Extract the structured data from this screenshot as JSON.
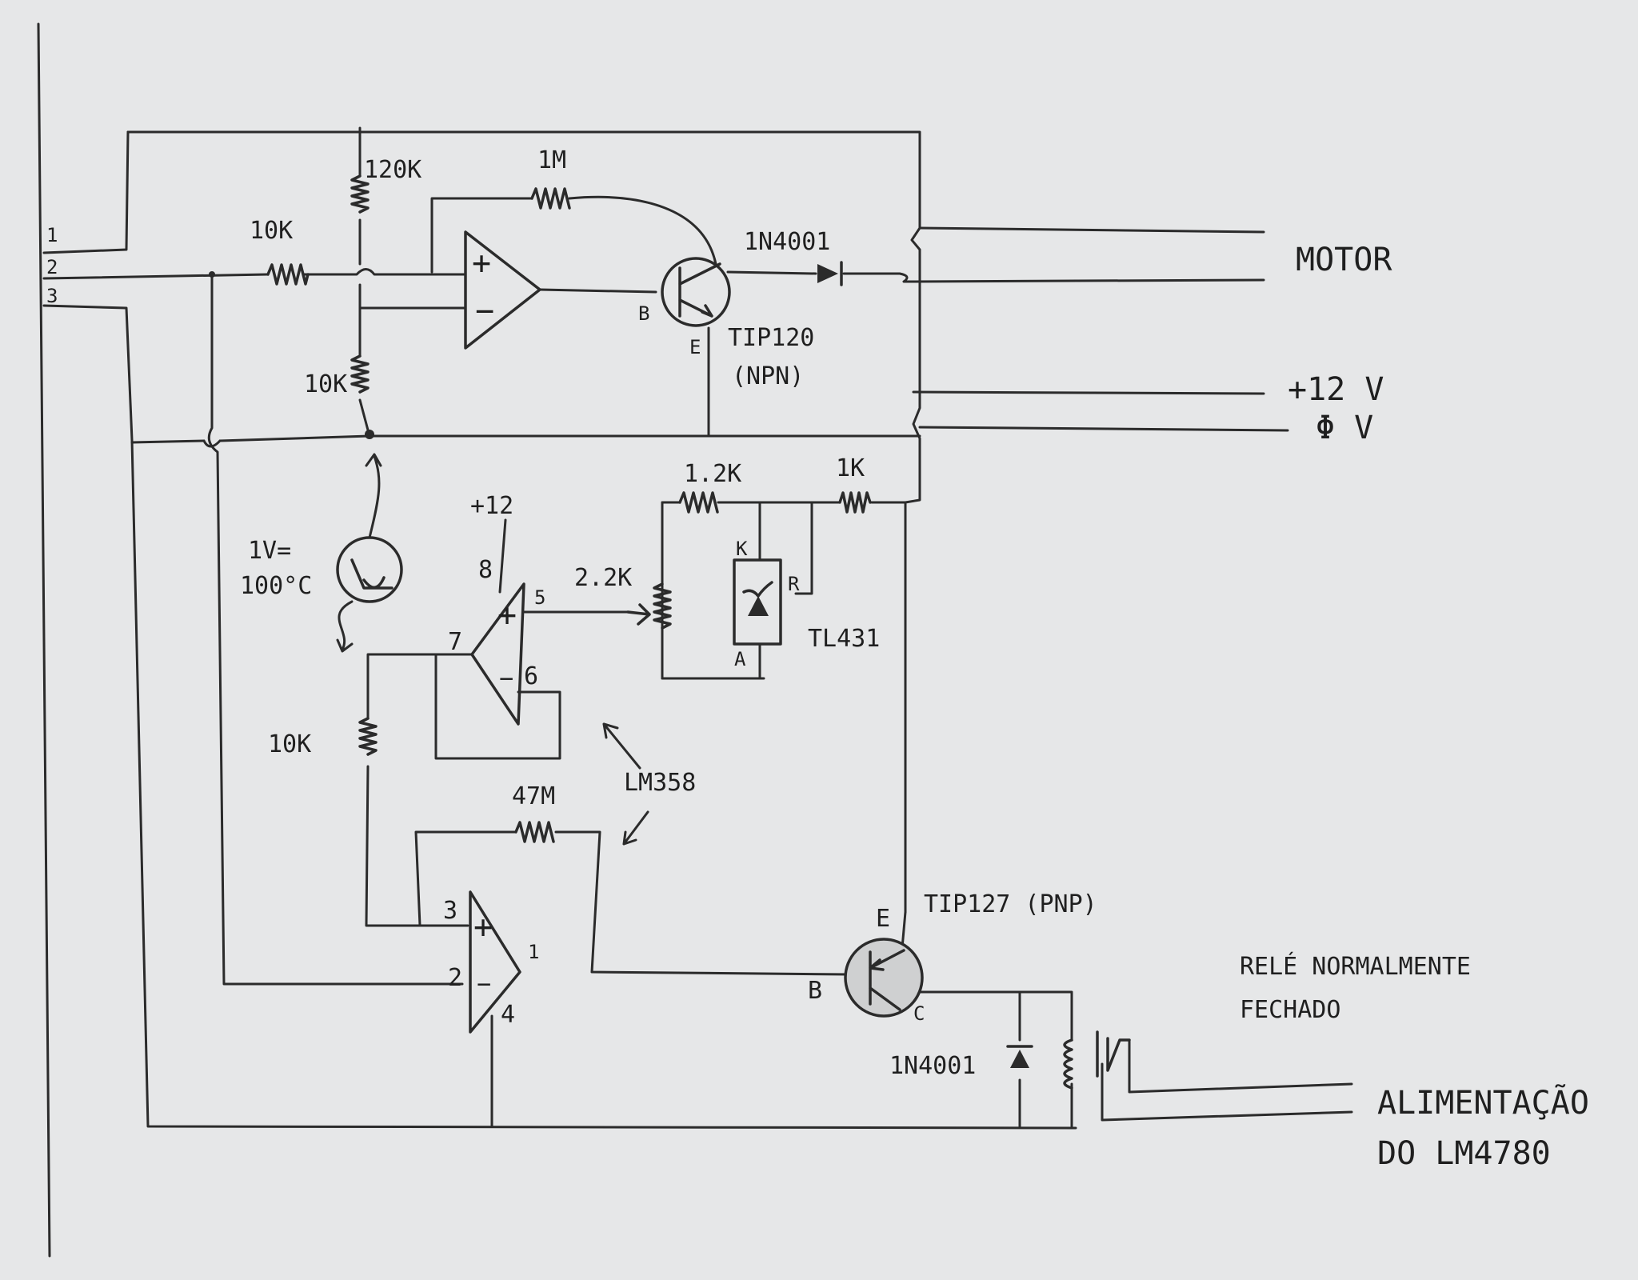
{
  "terminals": {
    "t1": "1",
    "t2": "2",
    "t3": "3"
  },
  "outputs": {
    "motor": "MOTOR",
    "plus12v": "+12 V",
    "zerov": "Φ V",
    "rele": [
      "RELÉ NORMALMENTE",
      "FECHADO"
    ],
    "alimentacao": [
      "ALIMENTAÇÃO",
      "DO LM4780"
    ]
  },
  "components": {
    "r_120k": "120K",
    "r_10k_in": "10K",
    "r_1m": "1M",
    "d_1n4001_top": "1N4001",
    "r_10k_div": "10K",
    "q_tip120": "TIP120",
    "q_tip120_type": "(NPN)",
    "pin_b_top": "B",
    "pin_e_top": "E",
    "opamp_plus": "+",
    "opamp_minus": "−",
    "plus12": "+12",
    "r_1_2k": "1.2K",
    "r_1k": "1K",
    "sensor_note": [
      "1V=",
      "100°C"
    ],
    "pin8": "8",
    "pin5": "5",
    "pin7": "7",
    "pin6": "6",
    "pot_2_2k": "2.2K",
    "tl431": "TL431",
    "pin_k": "K",
    "pin_r": "R",
    "pin_a": "A",
    "r_10k_low": "10K",
    "lm358": "LM358",
    "r_47m": "47M",
    "pin3": "3",
    "pin2": "2",
    "pin1": "1",
    "pin4": "4",
    "q_tip127": "TIP127 (PNP)",
    "pin_e_bot": "E",
    "pin_b_bot": "B",
    "pin_c_bot": "C",
    "d_1n4001_bot": "1N4001"
  }
}
